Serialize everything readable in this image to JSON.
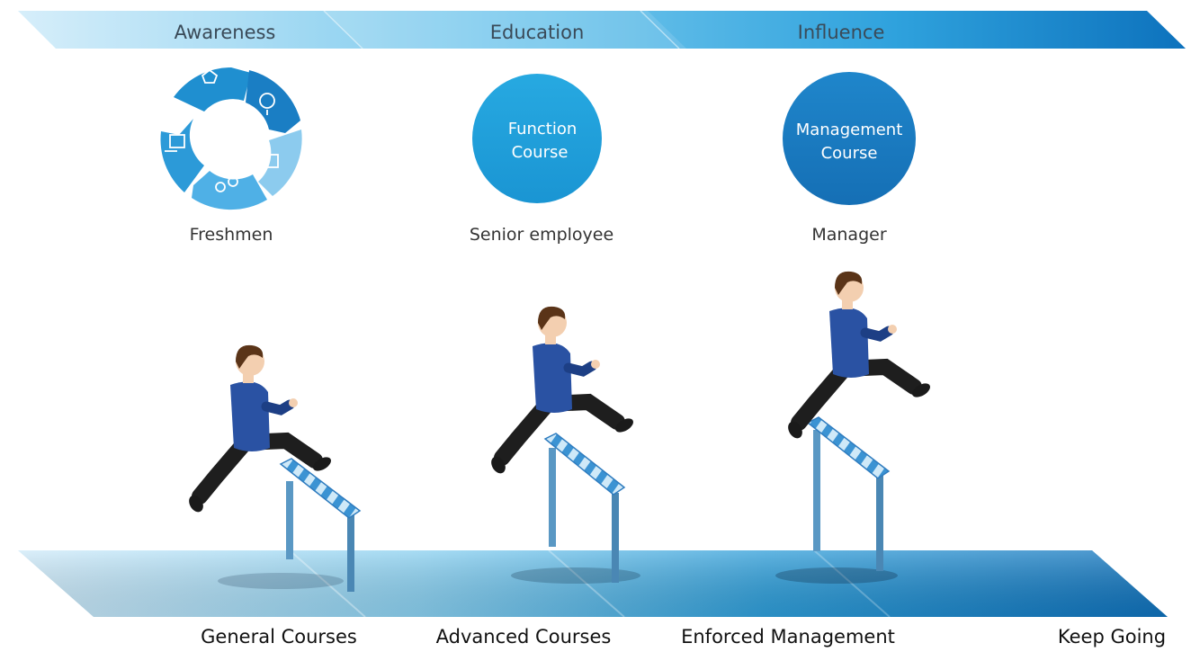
{
  "stages": [
    {
      "phase": "Awareness",
      "role": "Freshmen",
      "course": "",
      "icon": "training-cycle-icon",
      "milestone": "General Courses"
    },
    {
      "phase": "Education",
      "role": "Senior employee",
      "course": "Function Course",
      "course_lines": [
        "Function",
        "Course"
      ],
      "icon": "",
      "milestone": "Advanced Courses"
    },
    {
      "phase": "Influence",
      "role": "Manager",
      "course": "Management Course",
      "course_lines": [
        "Management",
        "Course"
      ],
      "icon": "",
      "milestone": "Enforced Management"
    }
  ],
  "final_milestone": "Keep Going",
  "colors": {
    "band_light": "#cfe9f8",
    "band_mid": "#5fbfe8",
    "band_dark": "#1177c0",
    "circle_education": "#1fa0dc",
    "circle_influence": "#1a7cc2",
    "jacket": "#2a52a3",
    "trousers": "#1e1e1e",
    "hair": "#5a3418",
    "skin": "#f3cfb0"
  }
}
